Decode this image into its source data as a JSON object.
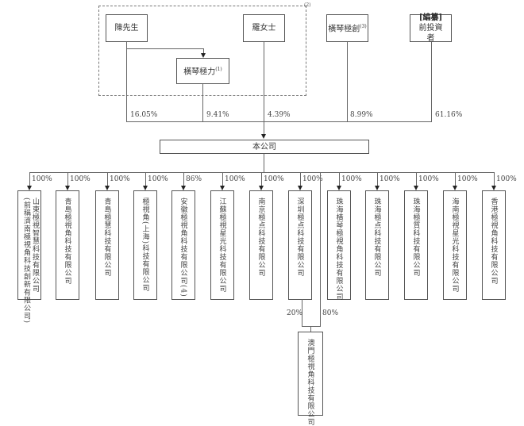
{
  "diagram": {
    "title": "Shareholding Structure",
    "group_note": "(2)",
    "shareholders": [
      {
        "name": "陳先生",
        "note": "",
        "pct": "16.05%"
      },
      {
        "name": "橫琴極力",
        "note": "(1)",
        "pct": "9.41%"
      },
      {
        "name": "羅女士",
        "note": "",
        "pct": "4.39%"
      },
      {
        "name": "橫琴極創",
        "note": "(3)",
        "pct": "8.99%"
      },
      {
        "name_bold": "[編纂]",
        "name": "前投資者",
        "note": "",
        "pct": "61.16%"
      }
    ],
    "company": "本公司",
    "subsidiaries": [
      {
        "name": "山東極視智慧科技有限公司",
        "name2": "(前稱濟南極視角科技創新有限公司)",
        "pct": "100%"
      },
      {
        "name": "青島極視角科技有限公司",
        "pct": "100%"
      },
      {
        "name": "青島極慧科技有限公司",
        "pct": "100%"
      },
      {
        "name": "極視角(上海)科技有限公司",
        "pct": "100%"
      },
      {
        "name": "安徽極視角科技有限公司(4)",
        "pct": "86%"
      },
      {
        "name": "江蘇極視星光科技有限公司",
        "pct": "100%"
      },
      {
        "name": "南京極点科技有限公司",
        "pct": "100%"
      },
      {
        "name": "深圳極点科技有限公司",
        "pct": "100%"
      },
      {
        "name": "珠海橫琴極視角科技有限公司",
        "pct": "100%"
      },
      {
        "name": "珠海極点科技有限公司",
        "pct": "100%"
      },
      {
        "name": "珠海極質科技有限公司",
        "pct": "100%"
      },
      {
        "name": "海南極視星光科技有限公司",
        "pct": "100%"
      },
      {
        "name": "香港極視角科技有限公司",
        "pct": "100%"
      }
    ],
    "joint_subsidiary": {
      "name": "澳門極視角科技有限公司",
      "owners": [
        {
          "from": "深圳極点科技有限公司",
          "pct": "20%"
        },
        {
          "from": "珠海橫琴極視角科技有限公司",
          "pct": "80%"
        }
      ]
    }
  }
}
